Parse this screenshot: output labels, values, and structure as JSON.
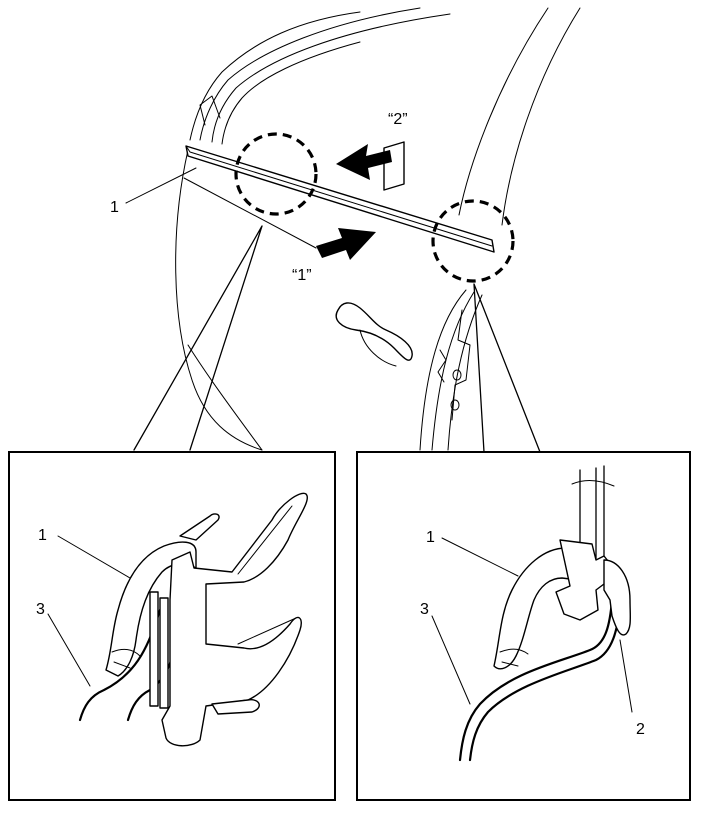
{
  "callouts": {
    "arrow_1": "“1”",
    "arrow_2": "“2”",
    "main_part_1": "1",
    "left_detail_part_1": "1",
    "left_detail_part_3": "3",
    "right_detail_part_1": "1",
    "right_detail_part_3": "3",
    "right_detail_part_2": "2"
  },
  "icons": {
    "arrow_install": "arrow-right-solid",
    "arrow_press": "arrow-left-solid",
    "zoom_circle": "dashed-circle"
  }
}
